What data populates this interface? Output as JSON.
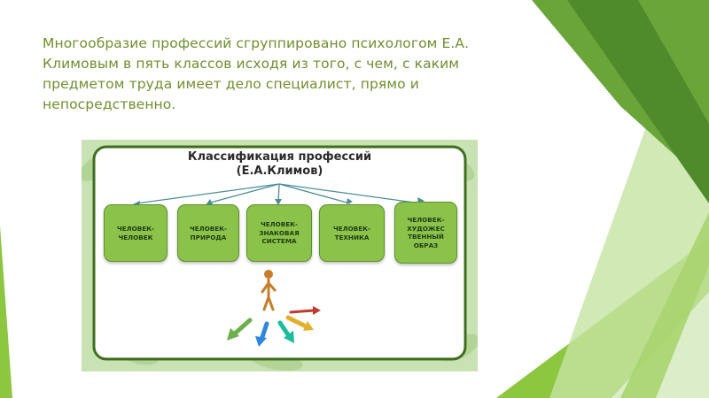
{
  "slide": {
    "text": "Многообразие профессий сгруппировано психологом Е.А. Климовым в пять классов исходя из того, с чем, с каким предметом труда имеет дело специалист, прямо и непосредственно."
  },
  "figure": {
    "title": "Классификация профессий",
    "subtitle": "(Е.А.Климов)",
    "classes": [
      "ЧЕЛОВЕК-\nЧЕЛОВЕК",
      "ЧЕЛОВЕК-\nПРИРОДА",
      "ЧЕЛОВЕК-\nЗНАКОВАЯ\nСИСТЕМА",
      "ЧЕЛОВЕК-\nТЕХНИКА",
      "ЧЕЛОВЕК-\nХУДОЖЕС\nТВЕННЫЙ\nОБРАЗ"
    ]
  },
  "colors": {
    "text": "#6f8f2e",
    "box_fill": "#8bc34a",
    "frame_border": "#3f6e1f",
    "accent_green": "#7cc242"
  },
  "icons": [
    "stick-figure-icon",
    "arrow-icon"
  ]
}
